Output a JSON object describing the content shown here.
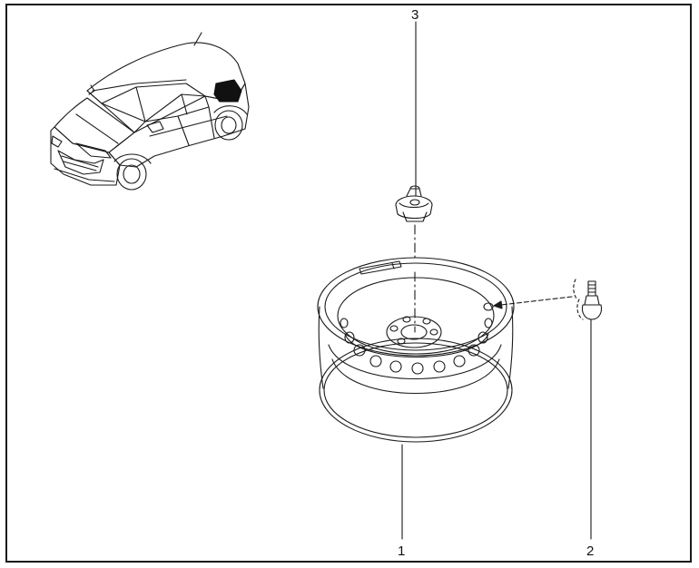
{
  "callouts": {
    "c1": "1",
    "c2": "2",
    "c3": "3"
  },
  "colors": {
    "line": "#1a1a1a",
    "highlight": "#111111"
  }
}
